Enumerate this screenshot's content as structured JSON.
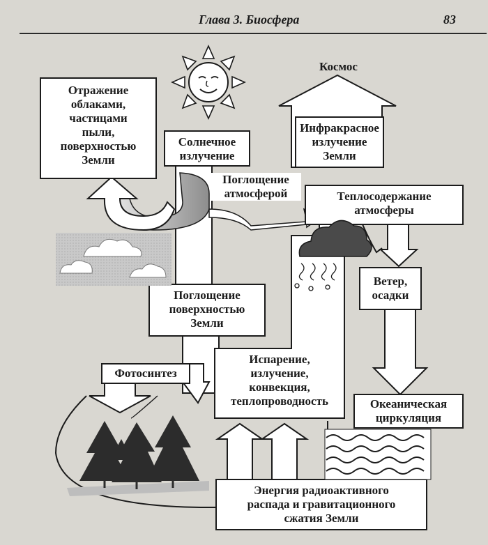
{
  "header": {
    "chapter": "Глава 3. Биосфера",
    "page_number": "83"
  },
  "diagram": {
    "space": "Космос",
    "reflection": [
      "Отражение",
      "облаками,",
      "частицами",
      "пыли,",
      "поверхностью",
      "Земли"
    ],
    "solar_radiation": [
      "Солнечное",
      "излучение"
    ],
    "infrared": [
      "Инфракрасное",
      "излучение",
      "Земли"
    ],
    "atm_absorption": [
      "Поглощение",
      "атмосферой"
    ],
    "heat_content": [
      "Теплосодержание",
      "атмосферы"
    ],
    "surface_absorption": [
      "Поглощение",
      "поверхностью",
      "Земли"
    ],
    "wind": [
      "Ветер,",
      "осадки"
    ],
    "photosynthesis": "Фотосинтез",
    "evaporation": [
      "Испарение,",
      "излучение,",
      "конвекция,",
      "теплопроводность"
    ],
    "ocean": [
      "Океаническая",
      "циркуляция"
    ],
    "radioactive": [
      "Энергия радиоактивного",
      "распада и гравитационного",
      "сжатия Земли"
    ]
  },
  "icons": [
    "sun-icon",
    "cloud-icon",
    "rain-cloud-icon",
    "forest-icon",
    "ocean-waves-icon"
  ],
  "colors": {
    "paper": "#d9d7d1",
    "ink": "#1b1b1b",
    "box_fill": "#ffffff",
    "gray_band": "#9e9e9e"
  }
}
